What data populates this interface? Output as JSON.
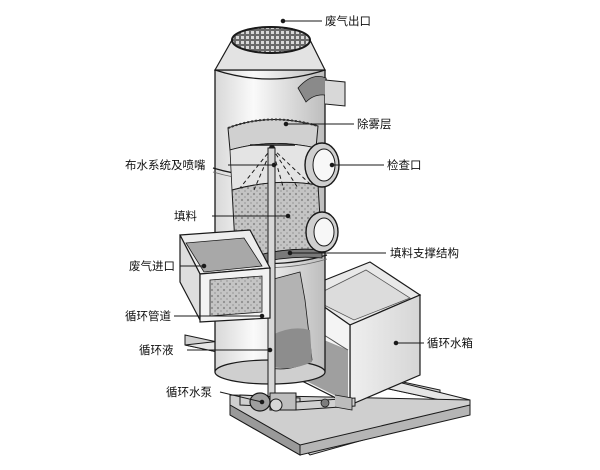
{
  "labels": {
    "exhaust_outlet": "废气出口",
    "demister_layer": "除雾层",
    "spray_system": "布水系统及喷嘴",
    "inspection_port": "检查口",
    "packing": "填料",
    "packing_support": "填料支撑结构",
    "exhaust_inlet": "废气进口",
    "circulation_pipe": "循环管道",
    "circulation_tank": "循环水箱",
    "circulation_liquid": "循环液",
    "circulation_pump": "循环水泵"
  },
  "colors": {
    "line": "#1a1a1a",
    "metal_light": "#f2f2f2",
    "metal_mid": "#cfcfcf",
    "metal_dark": "#8a8a8a",
    "packing": "#b8b8b8",
    "liquid": "#9a9a9a"
  }
}
